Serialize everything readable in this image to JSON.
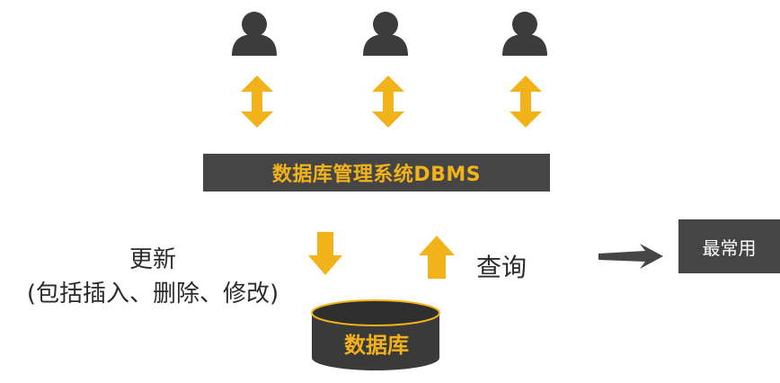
{
  "diagram": {
    "dbms_label": "数据库管理系统DBMS",
    "update_label_line1": "更新",
    "update_label_line2": "(包括插入、删除、修改)",
    "query_label": "查询",
    "common_label": "最常用",
    "database_label": "数据库",
    "users": [
      {
        "icon": "user-icon"
      },
      {
        "icon": "user-icon"
      },
      {
        "icon": "user-icon"
      }
    ],
    "colors": {
      "accent": "#f2b21a",
      "dark": "#454545",
      "text": "#2b2b2b"
    }
  }
}
